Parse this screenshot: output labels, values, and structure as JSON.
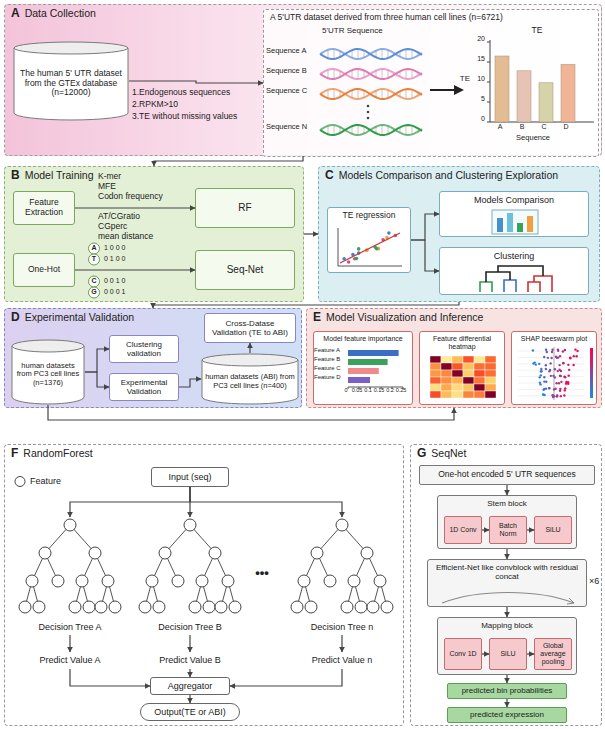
{
  "diagram": {
    "nodes": [
      {
        "text": [
          "A",
          "Data Collection"
        ]
      },
      {
        "text": [
          "The human 5' UTR dataset from the GTEx database (n=12000)"
        ],
        "in": 0
      },
      {
        "text": [
          "A 5'UTR dataset derived from three human cell lines (n=6721)"
        ],
        "in": 0
      },
      {
        "text": [
          "B",
          "Model Training"
        ]
      },
      {
        "text": [
          "Feature Extraction"
        ],
        "in": 3
      },
      {
        "text": [
          "RF"
        ],
        "in": 3
      },
      {
        "text": [
          "One-Hot"
        ],
        "in": 3
      },
      {
        "text": [
          "Seq-Net"
        ],
        "in": 3
      },
      {
        "text": [
          "C",
          "Models Comparison and Clustering Exploration"
        ]
      },
      {
        "text": [
          "TE regression"
        ],
        "in": 8
      },
      {
        "text": [
          "Models Comparison"
        ],
        "in": 8
      },
      {
        "text": [
          "Clustering"
        ],
        "in": 8
      },
      {
        "text": [
          "D",
          "Experimental Validation"
        ]
      },
      {
        "text": [
          "human datasets from PC3 cell lines (n=1376)"
        ],
        "in": 12
      },
      {
        "text": [
          "Clustering validation"
        ],
        "in": 12
      },
      {
        "text": [
          "Experimental Validation"
        ],
        "in": 12
      },
      {
        "text": [
          "Cross-Datase Validation (TE to ABI)"
        ],
        "in": 12
      },
      {
        "text": [
          "human datasets (ABI) from PC3 cell lines (n=400)"
        ],
        "in": 12
      },
      {
        "text": [
          "E",
          "Model Visualization and Inference"
        ]
      },
      {
        "text": [
          "Model feature importance"
        ],
        "in": 18
      },
      {
        "text": [
          "Feature differential heatmap"
        ],
        "in": 18
      },
      {
        "text": [
          "SHAP beeswarm plot"
        ],
        "in": 18
      },
      {
        "text": [
          "F",
          "RandomForest"
        ]
      },
      {
        "text": [
          "Input (seq)"
        ],
        "in": 22
      },
      {
        "text": [
          "Decision Tree A"
        ],
        "in": 22
      },
      {
        "text": [
          "Decision Tree B"
        ],
        "in": 22
      },
      {
        "text": [
          "Decision Tree n"
        ],
        "in": 22
      },
      {
        "text": [
          "Predict Value A"
        ],
        "in": 22
      },
      {
        "text": [
          "Predict Value B"
        ],
        "in": 22
      },
      {
        "text": [
          "Predict Value n"
        ],
        "in": 22
      },
      {
        "text": [
          "Aggregator"
        ],
        "in": 22
      },
      {
        "text": [
          "Output(TE or ABI)"
        ],
        "in": 22
      },
      {
        "text": [
          "G",
          "SeqNet"
        ]
      },
      {
        "text": [
          "One-hot encoded 5' UTR sequences"
        ],
        "in": 32
      },
      {
        "text": [
          "Stem block"
        ],
        "in": 32
      },
      {
        "text": [
          "1D Conv"
        ],
        "in": 34
      },
      {
        "text": [
          "Batch Norm"
        ],
        "in": 34
      },
      {
        "text": [
          "SiLU"
        ],
        "in": 34
      },
      {
        "text": [
          "Efficient-Net like convblock with residual concat"
        ],
        "in": 32
      },
      {
        "text": [
          "Mapping block"
        ],
        "in": 32
      },
      {
        "text": [
          "Conv 1D"
        ],
        "in": 39
      },
      {
        "text": [
          "SiLU"
        ],
        "in": 39
      },
      {
        "text": [
          "Global average pooling"
        ],
        "in": 39
      },
      {
        "text": [
          "predicted bin probabilities"
        ],
        "in": 32
      },
      {
        "text": [
          "predicted expression"
        ],
        "in": 32
      }
    ],
    "edges": [
      {
        "from": 0,
        "to": 3,
        "arrow": "to"
      },
      {
        "from": 1,
        "to": 2,
        "arrow": "to"
      },
      {
        "from": 3,
        "to": 8,
        "arrow": "to"
      },
      {
        "from": 4,
        "to": 5,
        "arrow": "to"
      },
      {
        "from": 6,
        "to": 7,
        "arrow": "to"
      },
      {
        "from": 9,
        "to": 10,
        "arrow": "to"
      },
      {
        "from": 9,
        "to": 11,
        "arrow": "to"
      },
      {
        "from": 8,
        "to": 12,
        "arrow": "to"
      },
      {
        "from": 13,
        "to": 14,
        "arrow": "to"
      },
      {
        "from": 13,
        "to": 15,
        "arrow": "to"
      },
      {
        "from": 15,
        "to": 17,
        "arrow": "to"
      },
      {
        "from": 17,
        "to": 16,
        "arrow": "to"
      },
      {
        "from": 13,
        "to": 18,
        "arrow": "to"
      },
      {
        "from": 23,
        "to": 24,
        "arrow": "to"
      },
      {
        "from": 23,
        "to": 25,
        "arrow": "to"
      },
      {
        "from": 23,
        "to": 26,
        "arrow": "to"
      },
      {
        "from": 24,
        "to": 27,
        "arrow": "to"
      },
      {
        "from": 25,
        "to": 28,
        "arrow": "to"
      },
      {
        "from": 26,
        "to": 29,
        "arrow": "to"
      },
      {
        "from": 27,
        "to": 30,
        "arrow": "to"
      },
      {
        "from": 28,
        "to": 30,
        "arrow": "to"
      },
      {
        "from": 29,
        "to": 30,
        "arrow": "to"
      },
      {
        "from": 30,
        "to": 31,
        "arrow": "to"
      },
      {
        "from": 33,
        "to": 34,
        "arrow": "to"
      },
      {
        "from": 35,
        "to": 36,
        "arrow": "to"
      },
      {
        "from": 36,
        "to": 37,
        "arrow": "to"
      },
      {
        "from": 34,
        "to": 38,
        "arrow": "to"
      },
      {
        "from": 40,
        "to": 41,
        "arrow": "to"
      },
      {
        "from": 41,
        "to": 42,
        "arrow": "to"
      },
      {
        "from": 38,
        "to": 39,
        "arrow": "to"
      },
      {
        "from": 39,
        "to": 43,
        "arrow": "to"
      },
      {
        "from": 43,
        "to": 44,
        "arrow": "to"
      }
    ],
    "labels": [
      "1.Endogenous sequences",
      "2.RPKM>10",
      "3.TE without missing values",
      "5'UTR Sequence",
      "Sequence A",
      "Sequence B",
      "Sequence C",
      "Sequence N",
      "TE",
      "20",
      "15",
      "10",
      "5",
      "0",
      "TE",
      "A",
      "B",
      "C",
      "D",
      "Sequence",
      "K-mer",
      "MFE",
      "Codon frequency",
      "AT/CGratio",
      "CGperc",
      "mean distance",
      "A",
      "T",
      "C",
      "G",
      "1 0 0 0",
      "0 1 0 0",
      "0 0 1 0",
      "0 0 0 1",
      "Feature A",
      "Feature B",
      "Feature C",
      "Feature D",
      "0",
      "0.05",
      "0.1",
      "0.15",
      "0.2",
      "0.25",
      "•••",
      "×6"
    ],
    "legend": [
      {
        "text": "Feature"
      }
    ]
  }
}
